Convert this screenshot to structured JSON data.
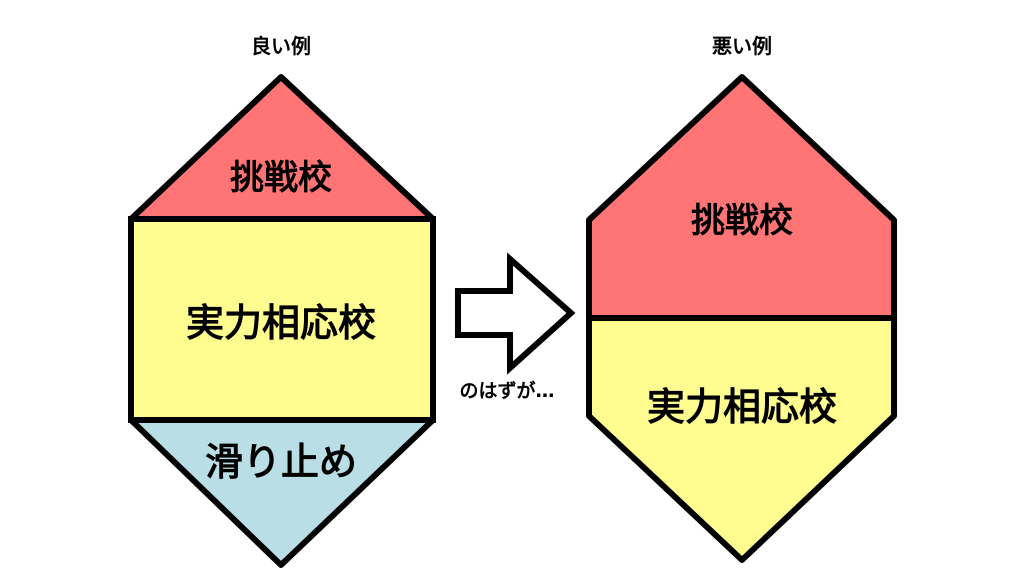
{
  "left": {
    "title": "良い例",
    "top_label": "挑戦校",
    "middle_label": "実力相応校",
    "bottom_label": "滑り止め"
  },
  "arrow": {
    "caption": "のはずが…"
  },
  "right": {
    "title": "悪い例",
    "top_label": "挑戦校",
    "bottom_label": "実力相応校"
  },
  "colors": {
    "challenge": "#FF7474",
    "match": "#FFFD8F",
    "safety": "#B9DEE5",
    "stroke": "#000000"
  }
}
